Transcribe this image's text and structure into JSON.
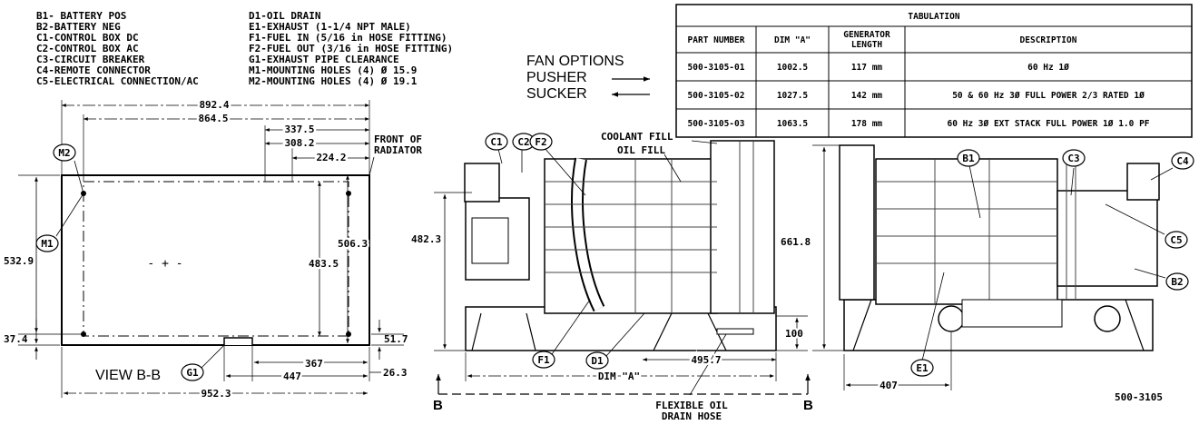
{
  "legend_left": [
    "B1- BATTERY POS",
    "B2-BATTERY NEG",
    "C1-CONTROL BOX DC",
    "C2-CONTROL BOX AC",
    "C3-CIRCUIT BREAKER",
    "C4-REMOTE CONNECTOR",
    "C5-ELECTRICAL CONNECTION/AC"
  ],
  "legend_right": [
    "D1-OIL DRAIN",
    "E1-EXHAUST (1-1/4 NPT MALE)",
    "F1-FUEL IN (5/16 in HOSE FITTING)",
    "F2-FUEL OUT (3/16 in HOSE FITTING)",
    "G1-EXHAUST PIPE CLEARANCE",
    "M1-MOUNTING HOLES (4) Ø 15.9",
    "M2-MOUNTING HOLES (4) Ø 19.1"
  ],
  "fan_options": {
    "title": "FAN OPTIONS",
    "pusher": "PUSHER",
    "sucker": "SUCKER"
  },
  "table": {
    "title": "TABULATION",
    "headers": [
      "PART NUMBER",
      "DIM \"A\"",
      "GENERATOR",
      "LENGTH",
      "DESCRIPTION"
    ],
    "rows": [
      [
        "500-3105-01",
        "1002.5",
        "117 mm",
        "60 Hz 1Ø"
      ],
      [
        "500-3105-02",
        "1027.5",
        "142 mm",
        "50 & 60 Hz 3Ø FULL POWER 2/3 RATED 1Ø"
      ],
      [
        "500-3105-03",
        "1063.5",
        "178 mm",
        "60 Hz 3Ø EXT STACK FULL POWER 1Ø 1.0 PF"
      ]
    ]
  },
  "view_bb": {
    "title": "VIEW B-B",
    "dims": [
      "892.4",
      "864.5",
      "337.5",
      "308.2",
      "224.2",
      "532.9",
      "506.3",
      "483.5",
      "37.4",
      "51.7",
      "367",
      "447",
      "26.3",
      "952.3"
    ],
    "front_label_1": "FRONT OF",
    "front_label_2": "RADIATOR",
    "center_mark": "- + -"
  },
  "side_view": {
    "dims": [
      "482.3",
      "495.7",
      "100",
      "DIM \"A\""
    ],
    "coolant_fill": "COOLANT FILL",
    "oil_fill": "OIL FILL",
    "flex_1": "FLEXIBLE OIL",
    "flex_2": "DRAIN HOSE",
    "section_mark": "B"
  },
  "end_view": {
    "dims": [
      "661.8",
      "407"
    ],
    "drawing_number": "500-3105"
  },
  "callouts": [
    "M2",
    "M1",
    "G1",
    "C1",
    "C2",
    "F2",
    "F1",
    "D1",
    "B1",
    "C3",
    "C4",
    "C5",
    "B2",
    "E1"
  ]
}
